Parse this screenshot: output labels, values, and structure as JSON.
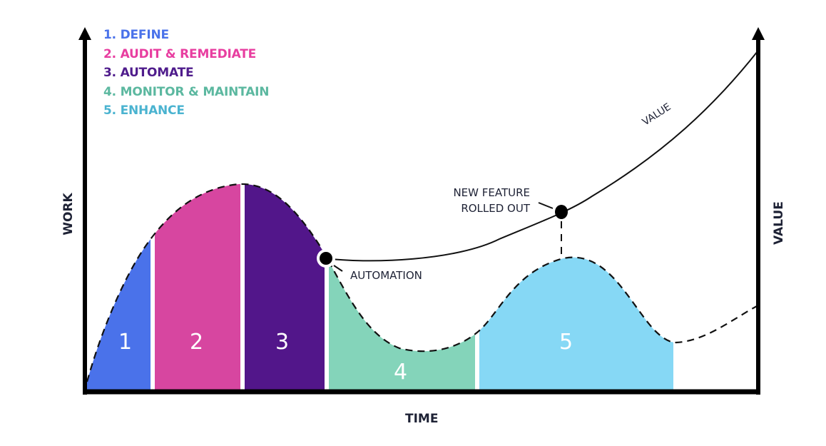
{
  "chart_data": {
    "type": "area",
    "title": "",
    "xlabel": "TIME",
    "ylabel_left": "WORK",
    "ylabel_right": "VALUE",
    "grid": false,
    "legend_position": "top-left",
    "legend": [
      {
        "label": "1. DEFINE",
        "color": "#4a72ea"
      },
      {
        "label": "2. AUDIT & REMEDIATE",
        "color": "#e83ea0"
      },
      {
        "label": "3. AUTOMATE",
        "color": "#4f1c8c"
      },
      {
        "label": "4. MONITOR & MAINTAIN",
        "color": "#5cb8a0"
      },
      {
        "label": "5. ENHANCE",
        "color": "#4ab3d0"
      }
    ],
    "phases": [
      {
        "id": "1",
        "name": "DEFINE",
        "fill": "#4a72ea",
        "work_trend": "rising"
      },
      {
        "id": "2",
        "name": "AUDIT & REMEDIATE",
        "fill": "#d746a0",
        "work_trend": "rising to peak"
      },
      {
        "id": "3",
        "name": "AUTOMATE",
        "fill": "#52168a",
        "work_trend": "falling from peak"
      },
      {
        "id": "4",
        "name": "MONITOR & MAINTAIN",
        "fill": "#84d4ba",
        "work_trend": "low trough"
      },
      {
        "id": "5",
        "name": "ENHANCE",
        "fill": "#86d8f5",
        "work_trend": "second smaller peak"
      }
    ],
    "series": [
      {
        "name": "Work",
        "style": "dashed",
        "description": "rises to peak in phases 2-3, falls to trough in phase 4, second peak in phase 5, then rises again"
      },
      {
        "name": "VALUE",
        "style": "solid",
        "description": "starts at automation point, rises gradually then steeply to right axis"
      }
    ],
    "annotations": [
      {
        "text": "AUTOMATION",
        "position": "end of phase 3"
      },
      {
        "text": "NEW FEATURE ROLLED OUT",
        "position": "peak of phase 5"
      },
      {
        "text": "VALUE",
        "position": "along value curve"
      }
    ]
  },
  "legend": {
    "items": [
      "1. DEFINE",
      "2. AUDIT & REMEDIATE",
      "3. AUTOMATE",
      "4. MONITOR & MAINTAIN",
      "5. ENHANCE"
    ],
    "colors": [
      "#4a72ea",
      "#e83ea0",
      "#4f1c8c",
      "#5cb8a0",
      "#4ab3d0"
    ]
  },
  "axes": {
    "x": "TIME",
    "y_left": "WORK",
    "y_right": "VALUE"
  },
  "annotations": {
    "automation": "AUTOMATION",
    "new_feature_line1": "NEW FEATURE",
    "new_feature_line2": "ROLLED OUT",
    "value_curve": "VALUE"
  },
  "phase_numbers": [
    "1",
    "2",
    "3",
    "4",
    "5"
  ]
}
